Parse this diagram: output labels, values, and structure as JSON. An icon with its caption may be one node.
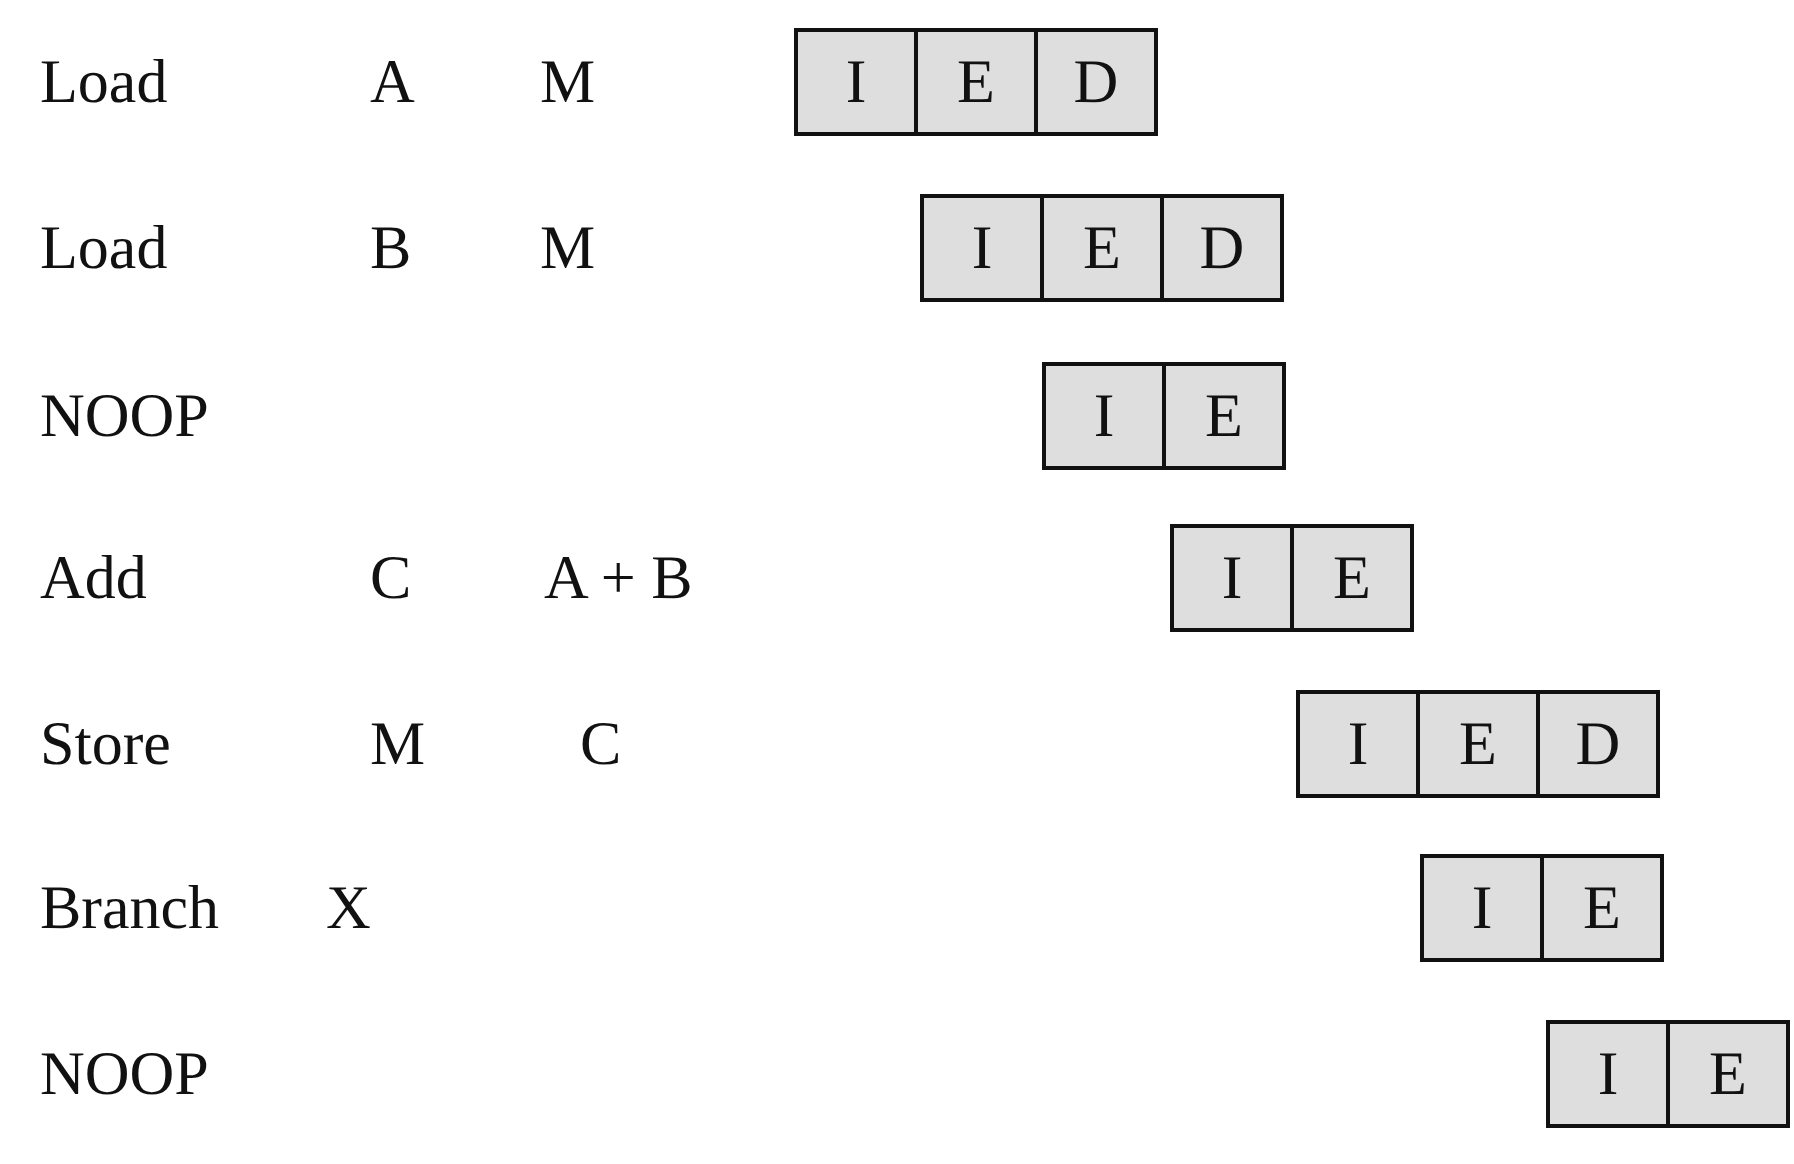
{
  "diagram": {
    "nodes": [
      {
        "text": [
          "I"
        ]
      },
      {
        "text": [
          "E"
        ]
      },
      {
        "text": [
          "D"
        ]
      },
      {
        "text": [
          "I"
        ]
      },
      {
        "text": [
          "E"
        ]
      },
      {
        "text": [
          "D"
        ]
      },
      {
        "text": [
          "I"
        ]
      },
      {
        "text": [
          "E"
        ]
      },
      {
        "text": [
          "I"
        ]
      },
      {
        "text": [
          "E"
        ]
      },
      {
        "text": [
          "I"
        ]
      },
      {
        "text": [
          "E"
        ]
      },
      {
        "text": [
          "D"
        ]
      },
      {
        "text": [
          "I"
        ]
      },
      {
        "text": [
          "E"
        ]
      },
      {
        "text": [
          "I"
        ]
      },
      {
        "text": [
          "E"
        ]
      }
    ],
    "labels": [
      "Load",
      "A",
      "M",
      "Load",
      "B",
      "M",
      "NOOP",
      "Add",
      "C",
      "A + B",
      "Store",
      "M",
      "C",
      "Branch",
      "X",
      "NOOP"
    ]
  }
}
